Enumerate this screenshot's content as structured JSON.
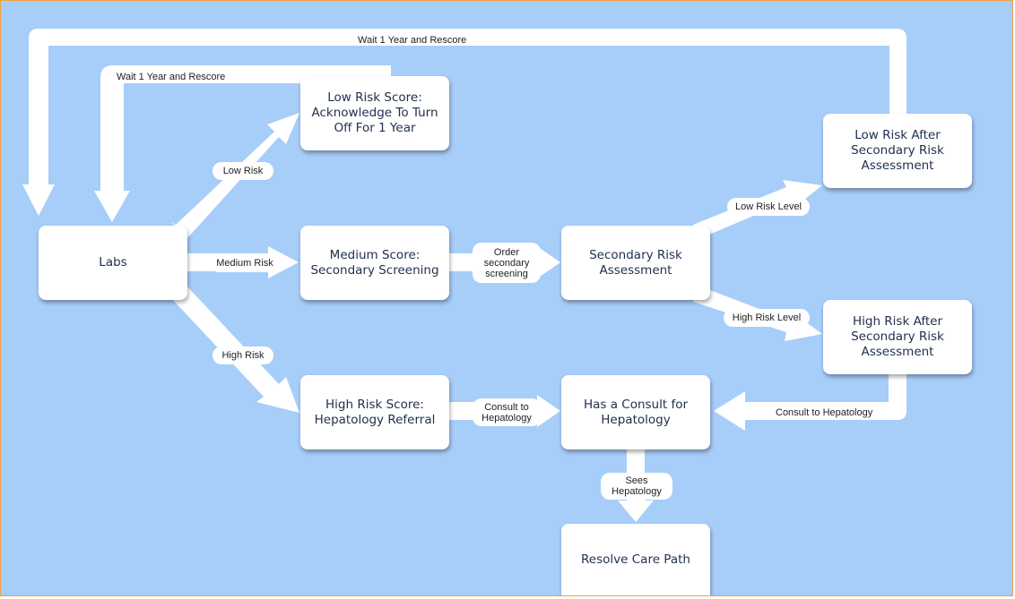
{
  "colors": {
    "background": "#a7cdf9",
    "arrow": "#ffffff",
    "text": "#1f2f4d"
  },
  "nodes": {
    "labs": "Labs",
    "low_risk_score": "Low Risk Score:\nAcknowledge To Turn\nOff For 1 Year",
    "medium_score": "Medium Score:\nSecondary Screening",
    "high_risk_score": "High Risk Score:\nHepatology Referral",
    "secondary_risk_assessment": "Secondary Risk\nAssessment",
    "low_risk_after": "Low Risk After\nSecondary Risk\nAssessment",
    "high_risk_after": "High Risk After\nSecondary Risk\nAssessment",
    "has_consult": "Has a Consult for\nHepatology",
    "resolve_care_path": "Resolve Care Path"
  },
  "edges": {
    "wait_outer": "Wait 1 Year and Rescore",
    "wait_inner": "Wait 1 Year and Rescore",
    "low_risk": "Low Risk",
    "medium_risk": "Medium Risk",
    "high_risk": "High Risk",
    "order_screening": "Order\nsecondary\nscreening",
    "consult_hep_mid": "Consult to\nHepatology",
    "low_risk_level": "Low Risk Level",
    "high_risk_level": "High Risk Level",
    "consult_hep_right": "Consult to Hepatology",
    "sees_hep": "Sees\nHepatology"
  }
}
